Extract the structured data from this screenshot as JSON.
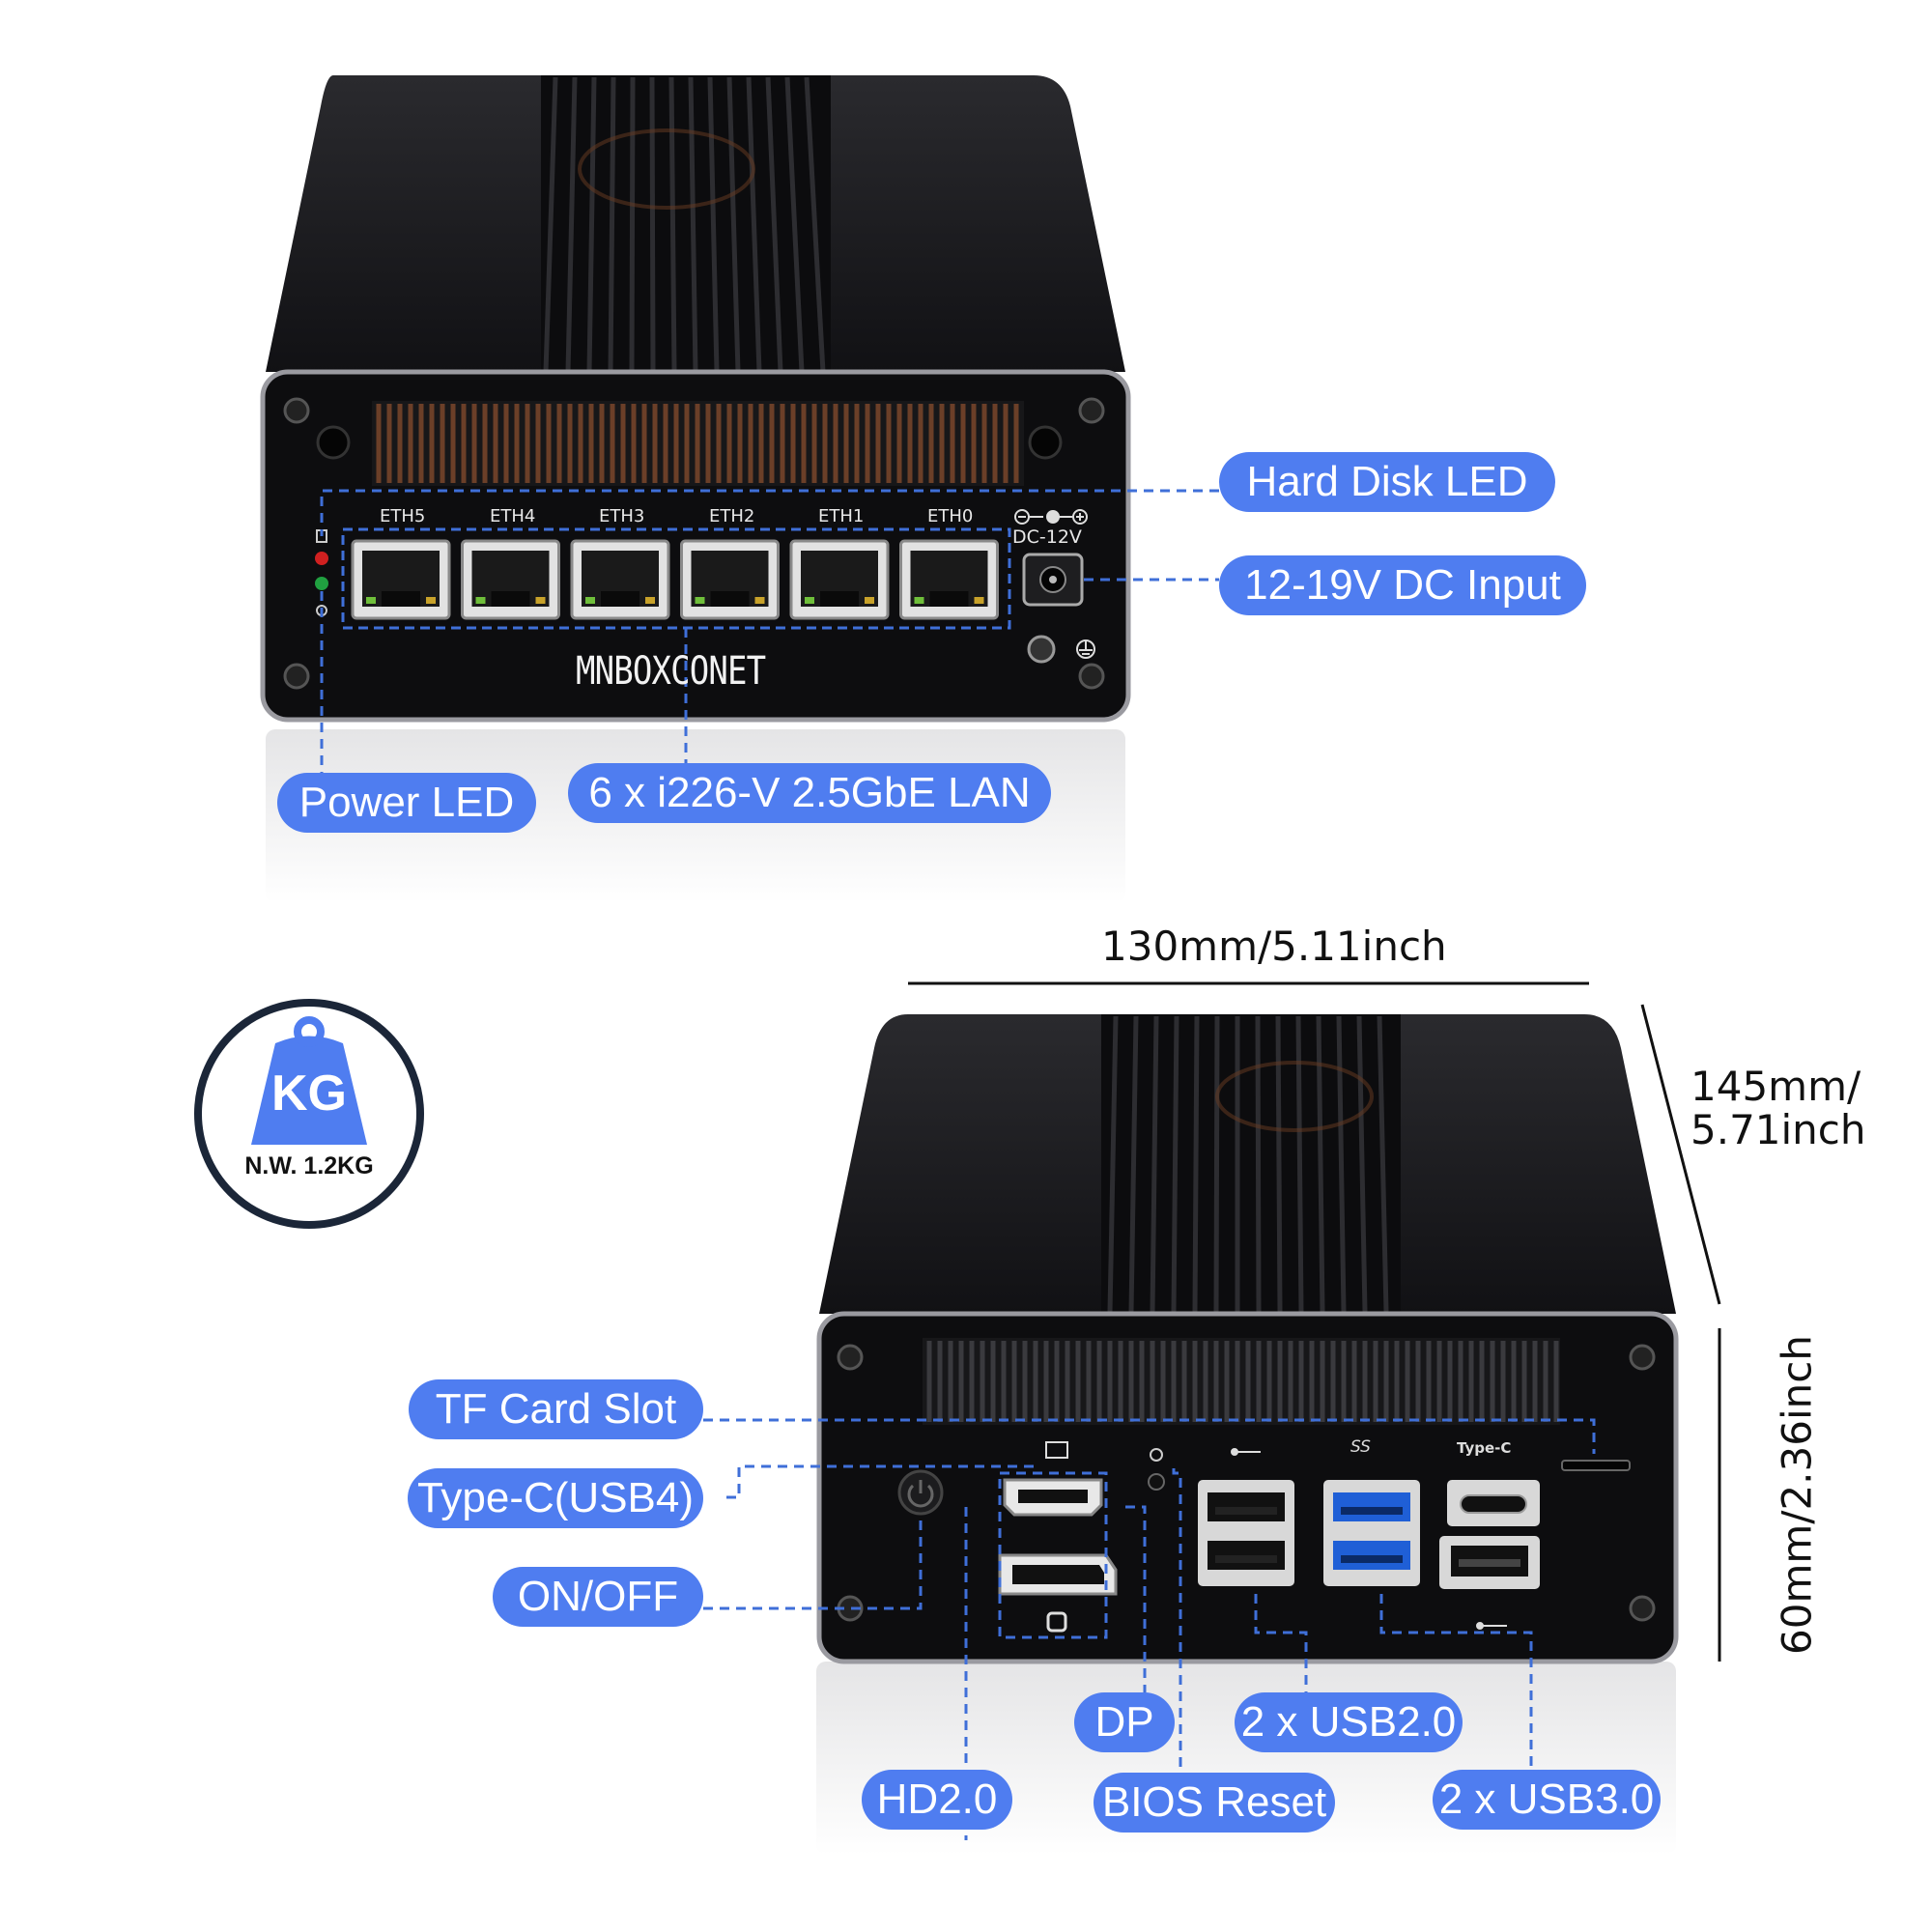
{
  "front_panel": {
    "brand": "MNBOXCONET",
    "eth_ports": [
      "ETH5",
      "ETH4",
      "ETH3",
      "ETH2",
      "ETH1",
      "ETH0"
    ],
    "dc_label": "DC-12V"
  },
  "callouts": {
    "hard_disk_led": "Hard Disk LED",
    "dc_input": "12-19V DC Input",
    "power_led": "Power LED",
    "lan": "6 x i226-V 2.5GbE LAN",
    "tf_card": "TF Card Slot",
    "type_c": "Type-C(USB4)",
    "on_off": "ON/OFF",
    "dp": "DP",
    "usb2": "2 x USB2.0",
    "hd": "HD2.0",
    "bios_reset": "BIOS Reset",
    "usb3": "2 x USB3.0"
  },
  "rear_panel": {
    "type_c_label": "Type-C",
    "ss_label": "SS"
  },
  "dimensions": {
    "width": "130mm/5.11inch",
    "depth_line1": "145mm/",
    "depth_line2": "5.71inch",
    "height": "60mm/2.36inch"
  },
  "weight_badge": {
    "unit": "KG",
    "text": "N.W. 1.2KG"
  },
  "colors": {
    "accent": "#4f7df0",
    "device": "#141416",
    "badge_ring": "#1b2638",
    "dashed": "#3f6fd8"
  }
}
